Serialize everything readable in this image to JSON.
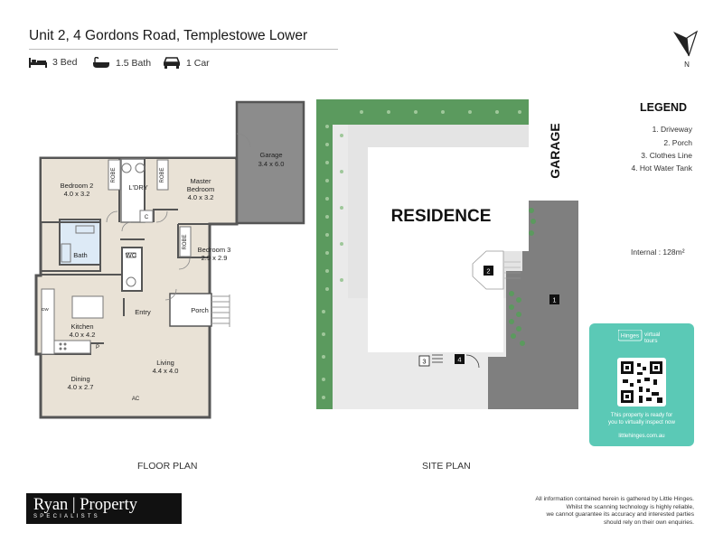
{
  "header": {
    "title": "Unit 2, 4 Gordons Road, Templestowe Lower",
    "features": [
      {
        "icon": "bed-icon",
        "label": "3 Bed"
      },
      {
        "icon": "bath-icon",
        "label": "1.5 Bath"
      },
      {
        "icon": "car-icon",
        "label": "1 Car"
      }
    ]
  },
  "compass": {
    "label": "N"
  },
  "floor_plan": {
    "caption": "FLOOR PLAN",
    "rooms": {
      "garage": {
        "name": "Garage",
        "dims": "3.4 x 6.0"
      },
      "bedroom2": {
        "name": "Bedroom 2",
        "dims": "4.0 x 3.2"
      },
      "master": {
        "name": "Master",
        "name2": "Bedroom",
        "dims": "4.0 x 3.2"
      },
      "laundry": {
        "name": "L'DRY"
      },
      "bath": {
        "name": "Bath"
      },
      "wc": {
        "name": "WC"
      },
      "bedroom3": {
        "name": "Bedroom 3",
        "dims": "2.9 x 2.9"
      },
      "entry": {
        "name": "Entry"
      },
      "porch": {
        "name": "Porch"
      },
      "kitchen": {
        "name": "Kitchen",
        "dims": "4.0 x 4.2"
      },
      "living": {
        "name": "Living",
        "dims": "4.4 x 4.0"
      },
      "dining": {
        "name": "Dining",
        "dims": "4.0 x 2.7"
      }
    },
    "fixtures": {
      "robe": "ROBE",
      "cupboard": "C",
      "pantry": "P",
      "dishwasher": "DW",
      "ac": "AC"
    }
  },
  "site_plan": {
    "caption": "SITE PLAN",
    "residence": "RESIDENCE",
    "garage": "GARAGE",
    "markers": [
      "1",
      "2",
      "3",
      "4"
    ]
  },
  "legend": {
    "title": "LEGEND",
    "items": [
      "1. Driveway",
      "2. Porch",
      "3. Clothes Line",
      "4. Hot Water Tank"
    ]
  },
  "internal_area": "Internal : 128m²",
  "virtual_tour": {
    "brand": "Hinges",
    "brand_sub": "virtual",
    "brand_sub2": "tours",
    "ready_line1": "This property is ready for",
    "ready_line2": "you to virtually inspect now",
    "url": "littlehinges.com.au",
    "color": "#5bc9b6"
  },
  "logo": {
    "name": "Ryan | Property",
    "sub": "SPECIALISTS"
  },
  "disclaimer": {
    "line1": "All information contained herein is gathered by Little Hinges.",
    "line2": "Whilst the scanning technology is highly reliable,",
    "line3": "we cannot guarantee its accuracy and interested parties",
    "line4": "should rely on their own enquiries."
  }
}
